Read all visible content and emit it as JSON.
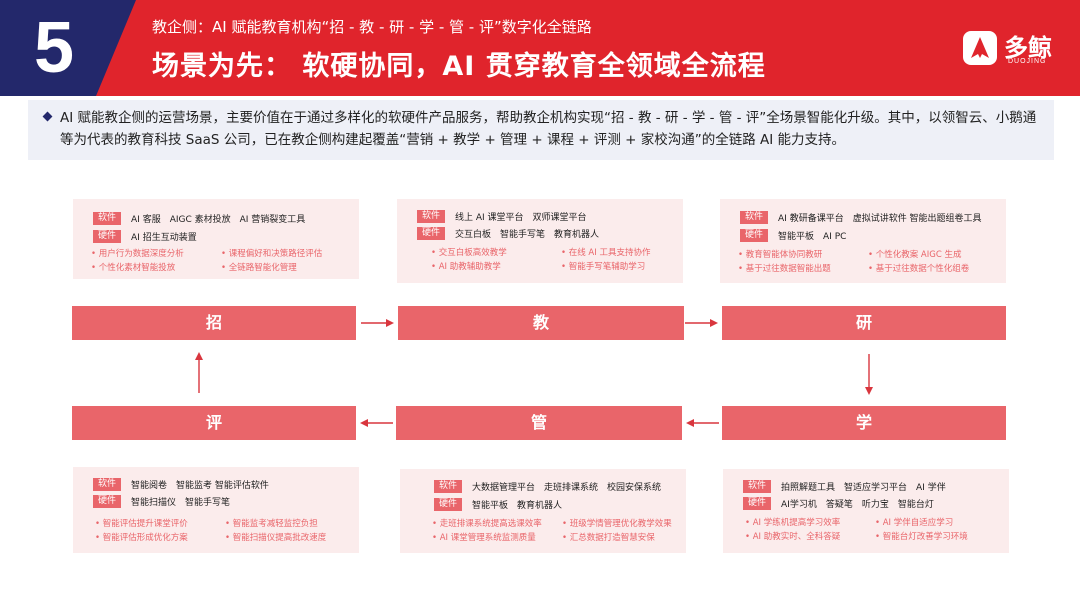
{
  "header": {
    "section_number": "5",
    "kicker": "教企侧：AI 赋能教育机构“招 - 教 - 研 - 学 - 管 - 评”数字化全链路",
    "title": "场景为先： 软硬协同，AI 贯穿教育全领域全流程",
    "logo_text": "多鲸",
    "logo_sub": "DUOJING"
  },
  "intro": {
    "text": "AI 赋能教企侧的运营场景，主要价值在于通过多样化的软硬件产品服务，帮助教企机构实现“招 - 教 - 研 - 学 - 管 - 评”全场景智能化升级。其中，以领智云、小鹅通等为代表的教育科技 SaaS 公司，已在教企侧构建起覆盖“营销 + 教学 + 管理 + 课程 + 评测 + 家校沟通”的全链路 AI 能力支持。"
  },
  "tag_labels": {
    "software": "软件",
    "hardware": "硬件"
  },
  "stages": {
    "zhao": "招",
    "jiao": "教",
    "yan": "研",
    "xue": "学",
    "guan": "管",
    "ping": "评"
  },
  "cards": {
    "zhao": {
      "software": "AI 客服　AIGC 素材投放　AI 营销裂变工具",
      "hardware": "AI 招生互动装置",
      "bullets": [
        "• 用户行为数据深度分析",
        "• 课程偏好和决策路径评估",
        "• 个性化素材智能投放",
        "• 全链路智能化管理"
      ]
    },
    "jiao": {
      "software": "线上 AI 课堂平台　双师课堂平台",
      "hardware": "交互白板　智能手写笔　教育机器人",
      "bullets": [
        "• 交互白板高效教学",
        "• 在线 AI 工具支持协作",
        "• AI 助教辅助教学",
        "• 智能手写笔辅助学习"
      ]
    },
    "yan": {
      "software": "AI 教研备课平台　虚拟试讲软件 智能出题组卷工具",
      "hardware": "智能平板　AI PC",
      "bullets": [
        "• 教育智能体协同教研",
        "• 个性化教案 AIGC 生成",
        "• 基于过往数据智能出题",
        "• 基于过往数据个性化组卷"
      ]
    },
    "ping": {
      "software": "智能阅卷　智能监考 智能评估软件",
      "hardware": "智能扫描仪　智能手写笔",
      "bullets": [
        "• 智能评估提升课堂评价",
        "• 智能监考减轻监控负担",
        "• 智能评估形成优化方案",
        "• 智能扫描仪提高批改速度"
      ]
    },
    "guan": {
      "software": "大数据管理平台　走班排课系统　校园安保系统",
      "hardware": "智能平板　教育机器人",
      "bullets": [
        "• 走班排课系统提高选课效率",
        "• 班级学情管理优化教学效果",
        "• AI 课堂管理系统监测质量",
        "• 汇总数据打造智慧安保"
      ]
    },
    "xue": {
      "software": "拍照解题工具　智适应学习平台　AI 学伴",
      "hardware": "AI学习机　答疑笔　听力宝　智能台灯",
      "bullets": [
        "• AI 学练机提高学习效率",
        "• AI 学伴自适应学习",
        "• AI 助教实时、全科答疑",
        "• 智能台灯改善学习环境"
      ]
    }
  },
  "colors": {
    "header_red": "#e0242c",
    "header_navy": "#23286b",
    "stage_red": "#e9656a",
    "card_bg": "#fbecec",
    "intro_bg": "#eef0f7",
    "arrow": "#d9363e"
  }
}
